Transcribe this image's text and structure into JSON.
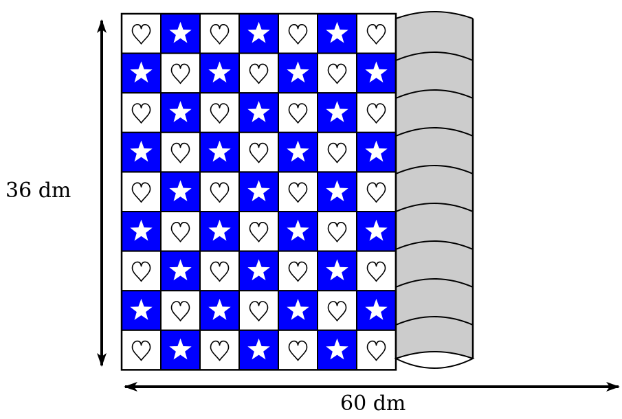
{
  "figure": {
    "height_label": "36 dm",
    "width_label": "60 dm"
  },
  "fabric": {
    "rows": 9,
    "columns": 7,
    "pattern": "checkerboard",
    "tile_even_symbol": "heart-outline",
    "tile_odd_symbol": "star",
    "colors": {
      "heart_tile_bg": "#ffffff",
      "star_tile_bg": "#0000ff",
      "star": "#ffffff",
      "outline": "#000000",
      "roll": "#cccccc"
    },
    "roll_segments": 9
  }
}
